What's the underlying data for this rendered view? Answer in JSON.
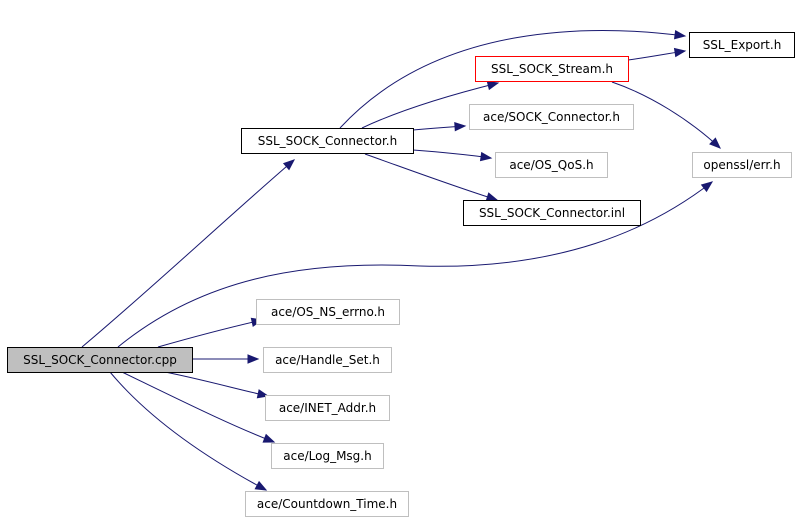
{
  "diagram": {
    "type": "include-dependency-graph",
    "colors": {
      "edge": "#191970",
      "root_fill": "#bfbfbf",
      "documented_border": "#000000",
      "external_border": "#bfbfbf",
      "highlight_border": "#ff0000"
    },
    "nodes": [
      {
        "id": "cpp",
        "label": "SSL_SOCK_Connector.cpp",
        "kind": "root"
      },
      {
        "id": "conn_h",
        "label": "SSL_SOCK_Connector.h",
        "kind": "documented"
      },
      {
        "id": "stream_h",
        "label": "SSL_SOCK_Stream.h",
        "kind": "highlight"
      },
      {
        "id": "export_h",
        "label": "SSL_Export.h",
        "kind": "documented"
      },
      {
        "id": "ace_sock_conn",
        "label": "ace/SOCK_Connector.h",
        "kind": "external"
      },
      {
        "id": "ace_qos",
        "label": "ace/OS_QoS.h",
        "kind": "external"
      },
      {
        "id": "conn_inl",
        "label": "SSL_SOCK_Connector.inl",
        "kind": "documented"
      },
      {
        "id": "openssl_err",
        "label": "openssl/err.h",
        "kind": "external"
      },
      {
        "id": "ace_errno",
        "label": "ace/OS_NS_errno.h",
        "kind": "external"
      },
      {
        "id": "ace_handle",
        "label": "ace/Handle_Set.h",
        "kind": "external"
      },
      {
        "id": "ace_inet",
        "label": "ace/INET_Addr.h",
        "kind": "external"
      },
      {
        "id": "ace_log",
        "label": "ace/Log_Msg.h",
        "kind": "external"
      },
      {
        "id": "ace_countdown",
        "label": "ace/Countdown_Time.h",
        "kind": "external"
      }
    ],
    "edges": [
      {
        "from": "cpp",
        "to": "conn_h"
      },
      {
        "from": "cpp",
        "to": "openssl_err"
      },
      {
        "from": "cpp",
        "to": "ace_errno"
      },
      {
        "from": "cpp",
        "to": "ace_handle"
      },
      {
        "from": "cpp",
        "to": "ace_inet"
      },
      {
        "from": "cpp",
        "to": "ace_log"
      },
      {
        "from": "cpp",
        "to": "ace_countdown"
      },
      {
        "from": "conn_h",
        "to": "export_h"
      },
      {
        "from": "conn_h",
        "to": "stream_h"
      },
      {
        "from": "conn_h",
        "to": "ace_sock_conn"
      },
      {
        "from": "conn_h",
        "to": "ace_qos"
      },
      {
        "from": "conn_h",
        "to": "conn_inl"
      },
      {
        "from": "stream_h",
        "to": "export_h"
      },
      {
        "from": "stream_h",
        "to": "openssl_err"
      }
    ]
  }
}
